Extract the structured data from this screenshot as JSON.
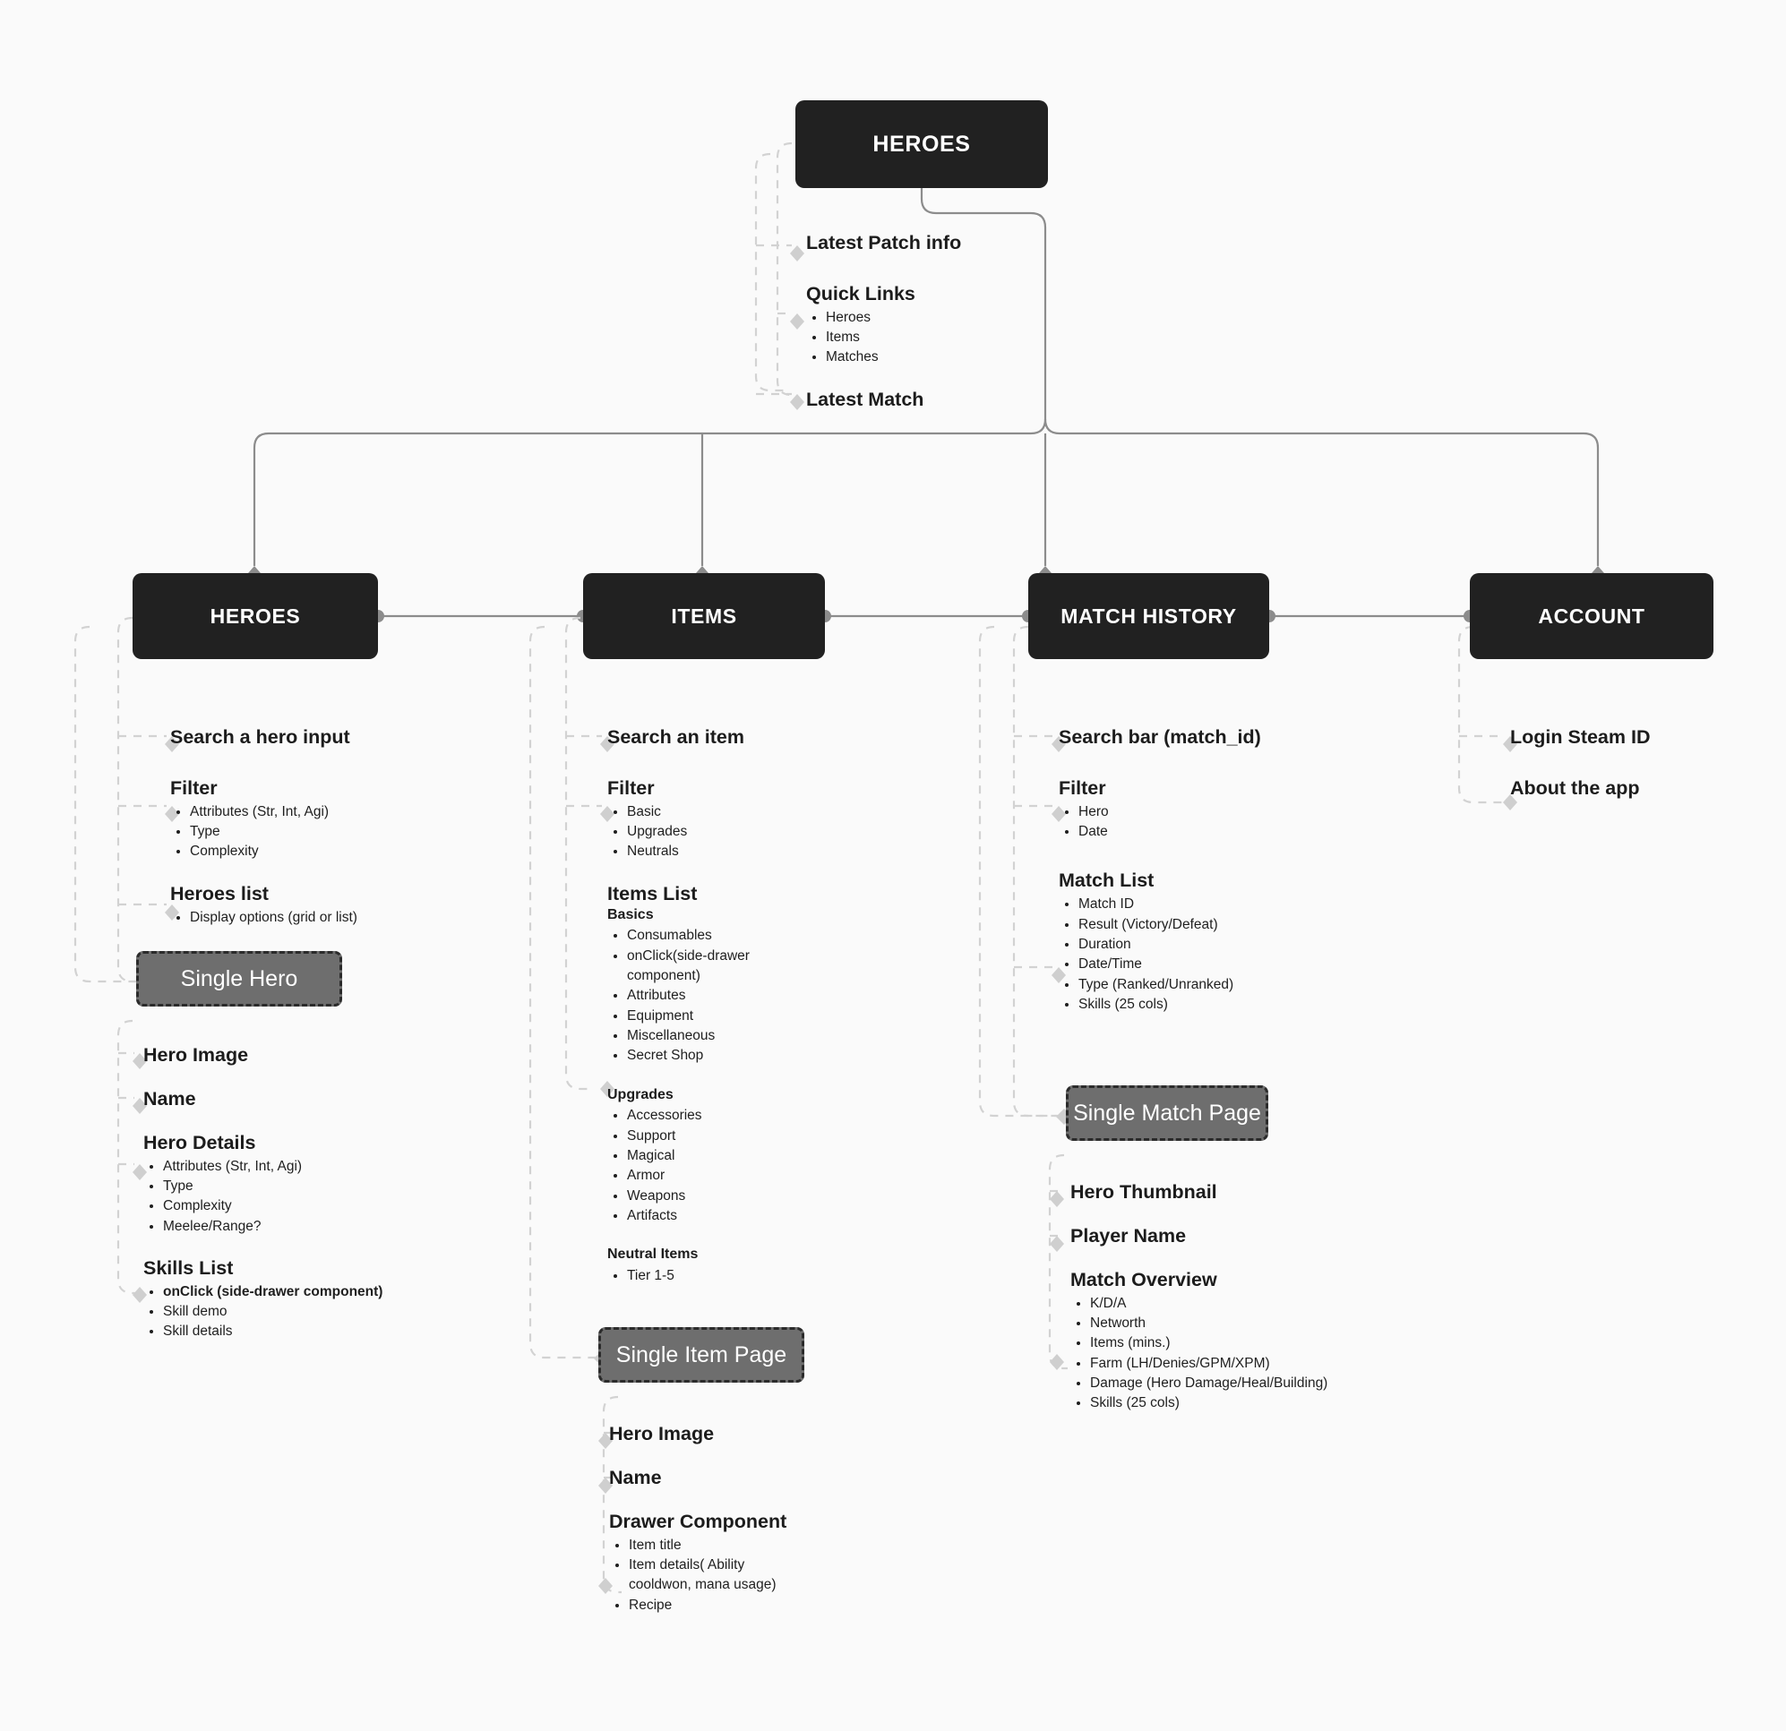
{
  "diagram": {
    "type": "sitemap-flowchart",
    "background": "#fafafa",
    "node_color": "#212121",
    "subnode_color": "#6e6e6e",
    "connector_color": "#8c8c8c"
  },
  "root": {
    "label": "HEROES",
    "sections": [
      {
        "title": "Latest Patch info",
        "items": []
      },
      {
        "title": "Quick Links",
        "items": [
          "Heroes",
          "Items",
          "Matches"
        ]
      },
      {
        "title": "Latest Match",
        "items": []
      }
    ]
  },
  "columns": [
    {
      "label": "HEROES",
      "sections": [
        {
          "title": "Search a hero input",
          "items": []
        },
        {
          "title": "Filter",
          "items": [
            "Attributes (Str, Int, Agi)",
            "Type",
            "Complexity"
          ]
        },
        {
          "title": "Heroes list",
          "items": [
            "Display options (grid or list)"
          ]
        }
      ],
      "subnode": {
        "label": "Single Hero",
        "sections": [
          {
            "title": "Hero Image",
            "items": []
          },
          {
            "title": "Name",
            "items": []
          },
          {
            "title": "Hero Details",
            "items": [
              "Attributes (Str, Int, Agi)",
              "Type",
              "Complexity",
              "Meelee/Range?"
            ]
          },
          {
            "title": "Skills List",
            "items": [
              "onClick (side-drawer component)",
              "Skill demo",
              "Skill details"
            ],
            "bold_first": true
          }
        ]
      }
    },
    {
      "label": "ITEMS",
      "sections": [
        {
          "title": "Search an item",
          "items": []
        },
        {
          "title": "Filter",
          "items": [
            "Basic",
            "Upgrades",
            "Neutrals"
          ]
        },
        {
          "title": "Items List",
          "items": []
        }
      ],
      "groups": [
        {
          "title": "Basics",
          "items": [
            "Consumables",
            "onClick(side-drawer component)",
            "Attributes",
            "Equipment",
            "Miscellaneous",
            "Secret Shop"
          ]
        },
        {
          "title": "Upgrades",
          "items": [
            "Accessories",
            "Support",
            "Magical",
            "Armor",
            "Weapons",
            "Artifacts"
          ]
        },
        {
          "title": "Neutral Items",
          "items": [
            "Tier 1-5"
          ]
        }
      ],
      "subnode": {
        "label": "Single Item Page",
        "sections": [
          {
            "title": "Hero Image",
            "items": []
          },
          {
            "title": "Name",
            "items": []
          },
          {
            "title": "Drawer Component",
            "items": [
              "Item title",
              "Item details( Ability cooldwon, mana usage)",
              "Recipe"
            ]
          }
        ]
      }
    },
    {
      "label": "MATCH HISTORY",
      "sections": [
        {
          "title": "Search bar (match_id)",
          "items": []
        },
        {
          "title": "Filter",
          "items": [
            "Hero",
            "Date"
          ]
        },
        {
          "title": "Match List",
          "items": [
            "Match ID",
            "Result (Victory/Defeat)",
            "Duration",
            "Date/Time",
            "Type (Ranked/Unranked)",
            "Skills (25 cols)"
          ]
        }
      ],
      "subnode": {
        "label": "Single Match Page",
        "sections": [
          {
            "title": "Hero Thumbnail",
            "items": []
          },
          {
            "title": "Player Name",
            "items": []
          },
          {
            "title": "Match Overview",
            "items": [
              "K/D/A",
              "Networth",
              "Items (mins.)",
              "Farm (LH/Denies/GPM/XPM)",
              "Damage (Hero Damage/Heal/Building)",
              "Skills (25 cols)"
            ]
          }
        ]
      }
    },
    {
      "label": "ACCOUNT",
      "sections": [
        {
          "title": "Login Steam ID",
          "items": []
        },
        {
          "title": "About the app",
          "items": []
        }
      ]
    }
  ]
}
